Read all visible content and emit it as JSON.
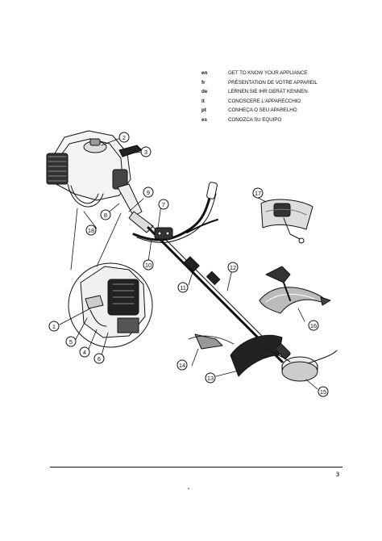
{
  "languages": [
    {
      "code": "en",
      "text": "GET TO KNOW YOUR APPLIANCE"
    },
    {
      "code": "fr",
      "text": "PRÉSENTATION DE VOTRE APPAREIL"
    },
    {
      "code": "de",
      "text": "LERNEN SIE IHR GERÄT KENNEN"
    },
    {
      "code": "it",
      "text": "CONOSCERE L'APPARECCHIO"
    },
    {
      "code": "pt",
      "text": "CONHEÇA O SEU APARELHO"
    },
    {
      "code": "es",
      "text": "CONOZCA SU EQUIPO"
    }
  ],
  "callouts": [
    "1",
    "2",
    "3",
    "4",
    "5",
    "6",
    "7",
    "8",
    "9",
    "10",
    "11",
    "12",
    "13",
    "14",
    "15",
    "16",
    "17",
    "18"
  ],
  "page_number": "3"
}
